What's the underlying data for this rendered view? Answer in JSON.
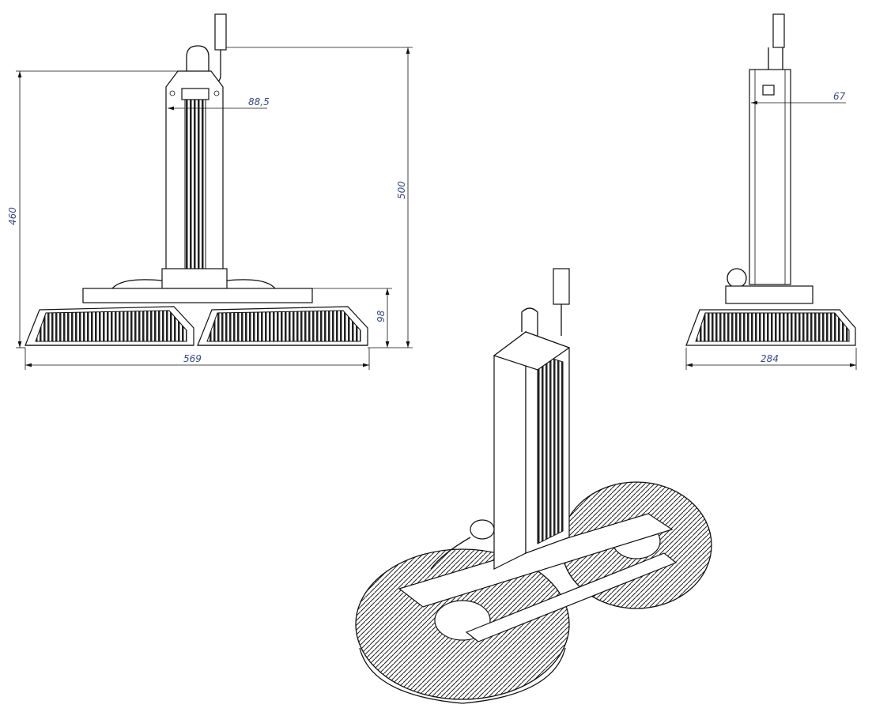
{
  "drawing": {
    "front_view": {
      "dimensions": {
        "column_width": "88,5",
        "body_height": "460",
        "total_height": "500",
        "heatsink_height": "98",
        "total_width": "569"
      }
    },
    "side_view": {
      "dimensions": {
        "column_depth": "67",
        "total_depth": "284"
      }
    },
    "isometric_view": {}
  }
}
